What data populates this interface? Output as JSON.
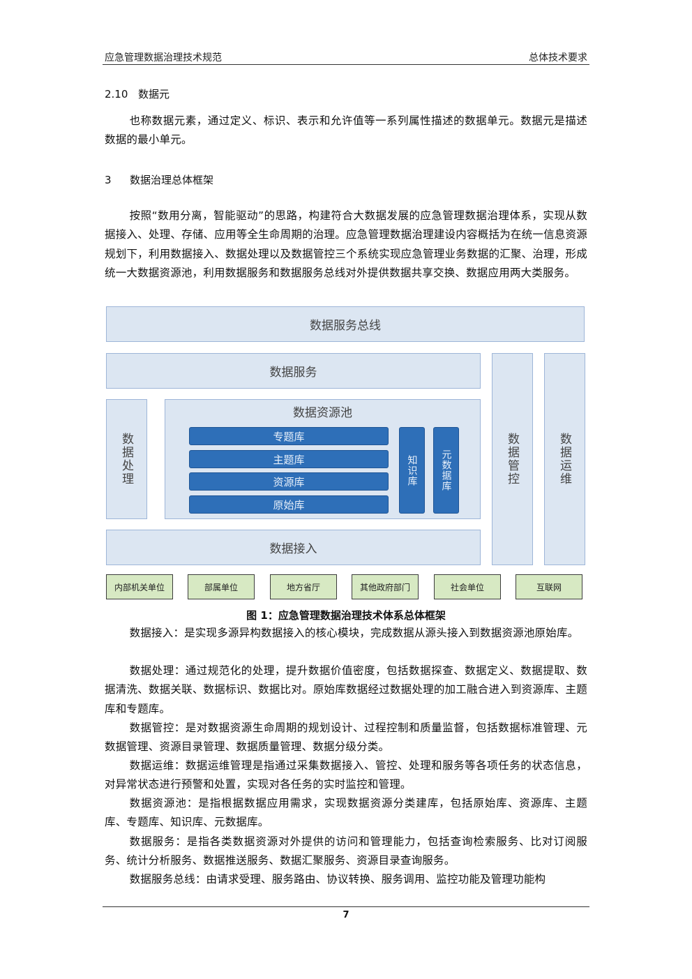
{
  "header": {
    "left": "应急管理数据治理技术规范",
    "right": "总体技术要求"
  },
  "section_2_10": {
    "num": "2.10",
    "title": "数据元",
    "body": "也称数据元素，通过定义、标识、表示和允许值等一系列属性描述的数据单元。数据元是描述数据的最小单元。"
  },
  "section_3": {
    "num": "3",
    "title": "数据治理总体框架",
    "body": "按照“数用分离，智能驱动”的思路，构建符合大数据发展的应急管理数据治理体系，实现从数据接入、处理、存储、应用等全生命周期的治理。应急管理数据治理建设内容概括为在统一信息资源规划下，利用数据接入、数据处理以及数据管控三个系统实现应急管理业务数据的汇聚、治理，形成统一大数据资源池，利用数据服务和数据服务总线对外提供数据共享交换、数据应用两大类服务。"
  },
  "diagram": {
    "service_bus": "数据服务总线",
    "data_service": "数据服务",
    "data_processing": "数据处理",
    "resource_pool": "数据资源池",
    "topic_db": "专题库",
    "subject_db": "主题库",
    "resource_db": "资源库",
    "raw_db": "原始库",
    "knowledge_db": "知识库",
    "metadata_db": "元数据库",
    "data_access": "数据接入",
    "data_control": "数据管控",
    "data_ops": "数据运维",
    "sources": [
      "内部机关单位",
      "部属单位",
      "地方省厅",
      "其他政府部门",
      "社会单位",
      "互联网"
    ]
  },
  "figure_caption": "图 1：应急管理数据治理技术体系总体框架",
  "paragraphs": [
    "数据接入：是实现多源异构数据接入的核心模块，完成数据从源头接入到数据资源池原始库。",
    "数据处理：通过规范化的处理，提升数据价值密度，包括数据探查、数据定义、数据提取、数据清洗、数据关联、数据标识、数据比对。原始库数据经过数据处理的加工融合进入到资源库、主题库和专题库。",
    "数据管控：是对数据资源生命周期的规划设计、过程控制和质量监督，包括数据标准管理、元数据管理、资源目录管理、数据质量管理、数据分级分类。",
    "数据运维：数据运维管理是指通过采集数据接入、管控、处理和服务等各项任务的状态信息，对异常状态进行预警和处置，实现对各任务的实时监控和管理。",
    "数据资源池：是指根据数据应用需求，实现数据资源分类建库，包括原始库、资源库、主题库、专题库、知识库、元数据库。",
    "数据服务：是指各类数据资源对外提供的访问和管理能力，包括查询检索服务、比对订阅服务、统计分析服务、数据推送服务、数据汇聚服务、资源目录查询服务。",
    "数据服务总线：由请求受理、服务路由、协议转换、服务调用、监控功能及管理功能构"
  ],
  "page_number": "7"
}
